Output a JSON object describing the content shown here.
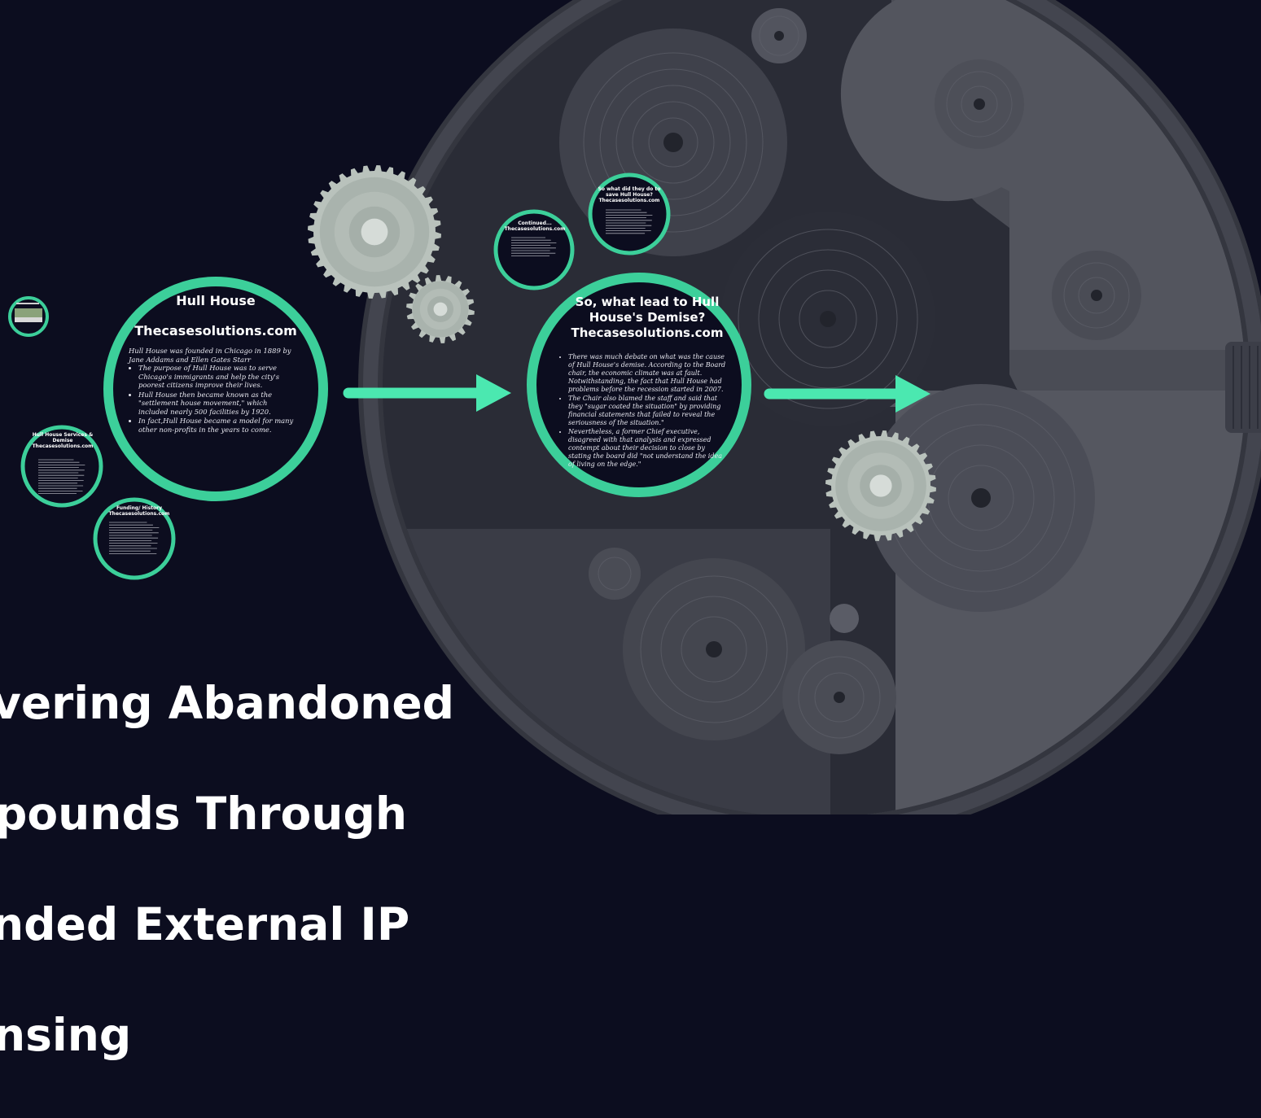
{
  "presentation": {
    "title": "Recovering Abandoned Compounds Through Expanded External IP Licensing",
    "visible_title_lines": [
      "vering Abandoned",
      "pounds Through",
      "nded External IP",
      "nsing"
    ]
  },
  "colors": {
    "background": "#0c0d1f",
    "accent_ring": "#3ccf9a",
    "arrow": "#4be8b0",
    "gear_light": "#b9c2bc",
    "machine_grey": "#55575f"
  },
  "nodes": {
    "hull_house": {
      "title_line1": "Hull House",
      "title_line2": "Thecasesolutions.com",
      "intro": "Hull House was founded in Chicago in 1889 by Jane Addams and Ellen Gates Starr",
      "bullets": [
        "The purpose of Hull House was to serve Chicago's immigrants and help the city's poorest citizens improve their lives.",
        "Hull House then became known as the \"settlement house movement,\" which included nearly 500 facilities by 1920.",
        "In fact,Hull House became a model for many other non-profits in the years to come."
      ]
    },
    "demise": {
      "title": "So, what lead to Hull House's Demise? Thecasesolutions.com",
      "bullets": [
        "There was much debate on what was the cause of Hull House's demise. According to the Board chair, the economic climate was at fault. Notwithstanding, the fact that Hull House had problems before the recession started in 2007.",
        "The Chair also blamed the staff and said that they \"sugar coated the situation\" by providing financial statements that failed to reveal the seriousness of the situation.\"",
        "Nevertheless, a former Chief executive, disagreed with that analysis and expressed contempt about their decision to close by stating the board did \"not understand the idea of living on the edge.\""
      ]
    },
    "services": {
      "title": "Hull House Services & Demise Thecasesolutions.com"
    },
    "funding": {
      "title": "Funding/ History Thecasesolutions.com"
    },
    "continued": {
      "title": "Continued... Thecasesolutions.com"
    },
    "what_did": {
      "title": "So what did they do to save Hull House? Thecasesolutions.com"
    }
  }
}
